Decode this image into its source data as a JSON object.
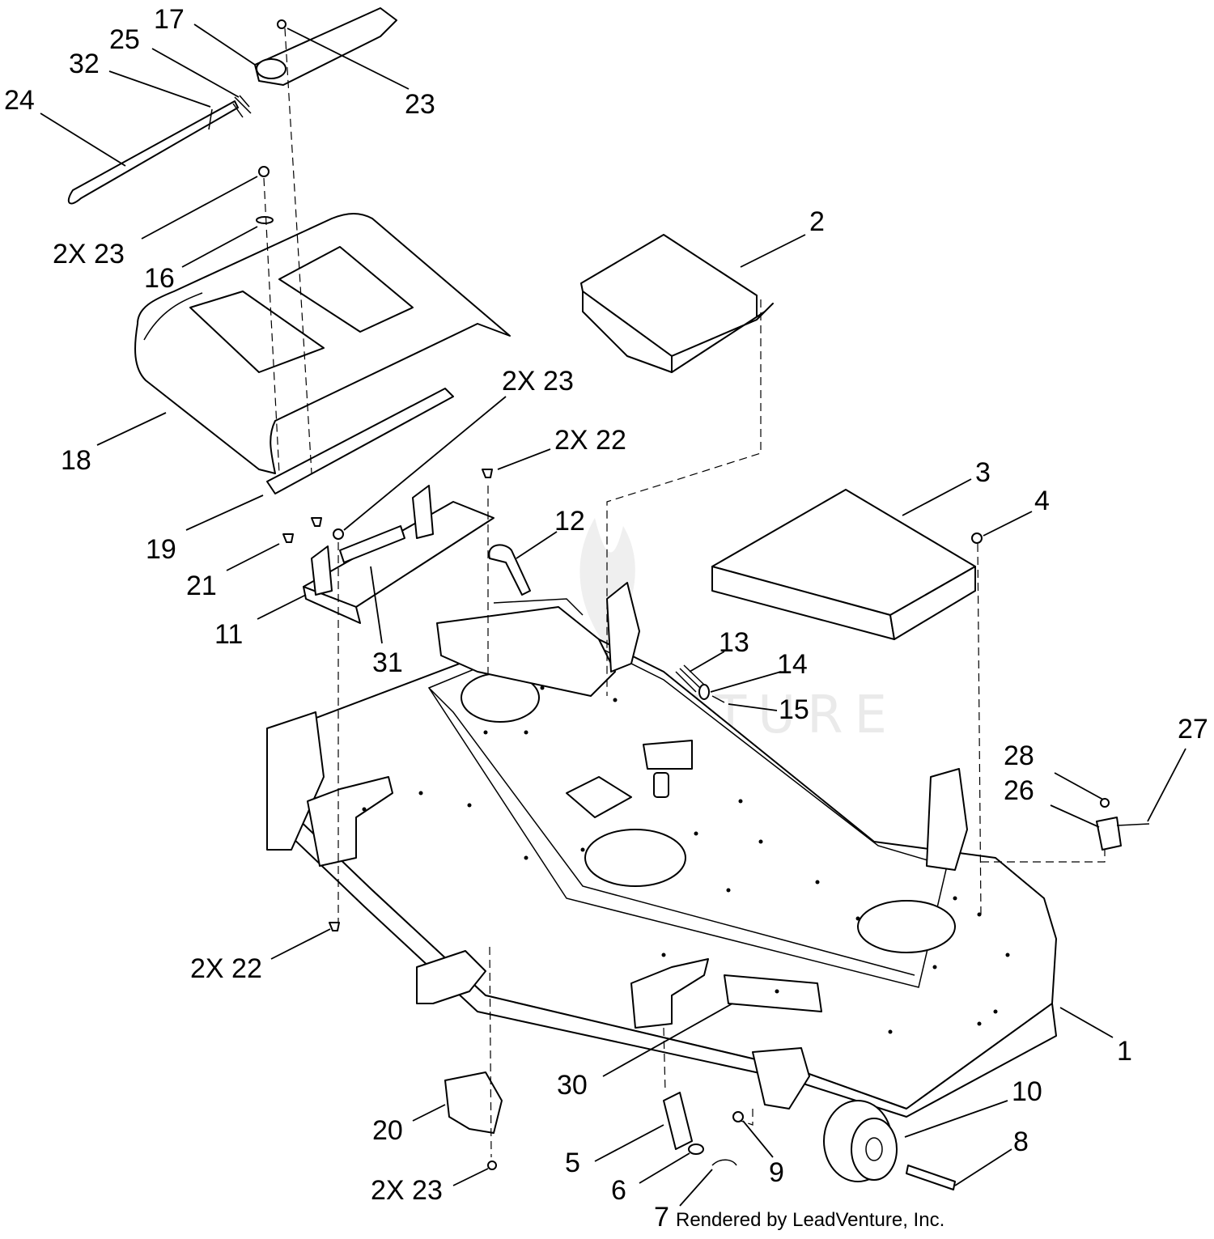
{
  "diagram": {
    "callouts": [
      {
        "id": "c17",
        "text": "17"
      },
      {
        "id": "c25",
        "text": "25"
      },
      {
        "id": "c32",
        "text": "32"
      },
      {
        "id": "c24",
        "text": "24"
      },
      {
        "id": "c23-top",
        "text": "23"
      },
      {
        "id": "c2x23-a",
        "text": "2X 23"
      },
      {
        "id": "c16",
        "text": "16"
      },
      {
        "id": "c2",
        "text": "2"
      },
      {
        "id": "c2x23-b",
        "text": "2X 23"
      },
      {
        "id": "c18",
        "text": "18"
      },
      {
        "id": "c2x22-a",
        "text": "2X 22"
      },
      {
        "id": "c3",
        "text": "3"
      },
      {
        "id": "c4",
        "text": "4"
      },
      {
        "id": "c12",
        "text": "12"
      },
      {
        "id": "c19",
        "text": "19"
      },
      {
        "id": "c21",
        "text": "21"
      },
      {
        "id": "c11",
        "text": "11"
      },
      {
        "id": "c31",
        "text": "31"
      },
      {
        "id": "c13",
        "text": "13"
      },
      {
        "id": "c14",
        "text": "14"
      },
      {
        "id": "c15",
        "text": "15"
      },
      {
        "id": "c27",
        "text": "27"
      },
      {
        "id": "c28",
        "text": "28"
      },
      {
        "id": "c26",
        "text": "26"
      },
      {
        "id": "c2x22-b",
        "text": "2X 22"
      },
      {
        "id": "c1",
        "text": "1"
      },
      {
        "id": "c30",
        "text": "30"
      },
      {
        "id": "c10",
        "text": "10"
      },
      {
        "id": "c20",
        "text": "20"
      },
      {
        "id": "c8",
        "text": "8"
      },
      {
        "id": "c5",
        "text": "5"
      },
      {
        "id": "c9",
        "text": "9"
      },
      {
        "id": "c6",
        "text": "6"
      },
      {
        "id": "c2x23-c",
        "text": "2X 23"
      },
      {
        "id": "c7",
        "text": "7"
      }
    ],
    "watermark": "LEADVENTURE",
    "credit": "Rendered by LeadVenture, Inc."
  }
}
